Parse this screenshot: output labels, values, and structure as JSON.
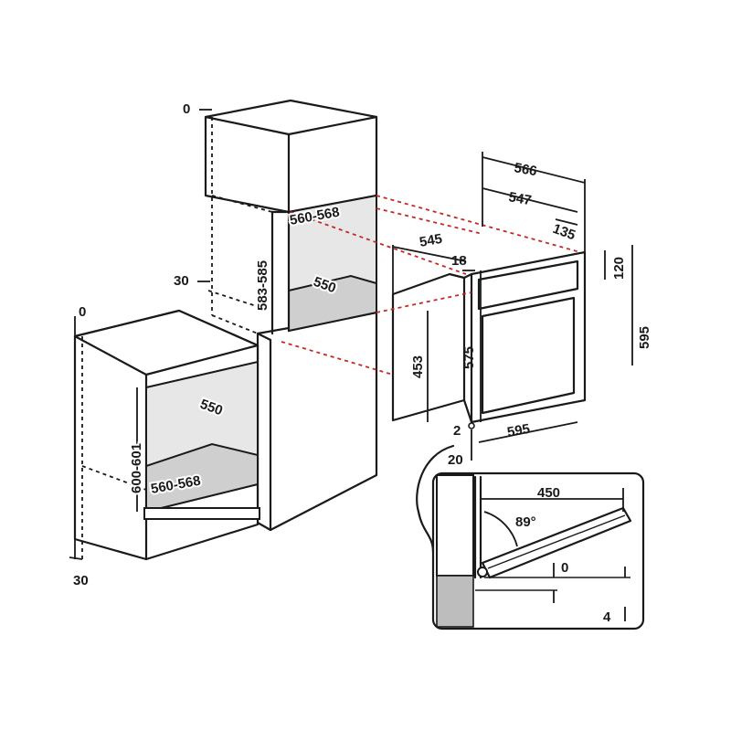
{
  "dimensions": {
    "tall_top_clearance": "0",
    "tall_niche_width": "560-568",
    "tall_niche_height": "583-585",
    "tall_niche_depth": "550",
    "tall_side_offset": "30",
    "base_top_clearance": "0",
    "base_niche_depth": "550",
    "base_niche_height": "600-601",
    "base_niche_width": "560-568",
    "base_bottom_offset": "30",
    "oven_total_depth": "566",
    "oven_body_depth": "547",
    "oven_panel_depth": "135",
    "oven_side_depth": "545",
    "oven_front_offset": "18",
    "oven_panel_height": "120",
    "oven_total_height": "595",
    "oven_body_height": "575",
    "oven_cavity_height": "453",
    "oven_width": "595",
    "oven_gap": "2",
    "oven_door_thickness": "20",
    "door_open_depth": "450",
    "door_open_angle": "89°",
    "door_gap_top": "0",
    "door_gap_bottom": "4"
  }
}
